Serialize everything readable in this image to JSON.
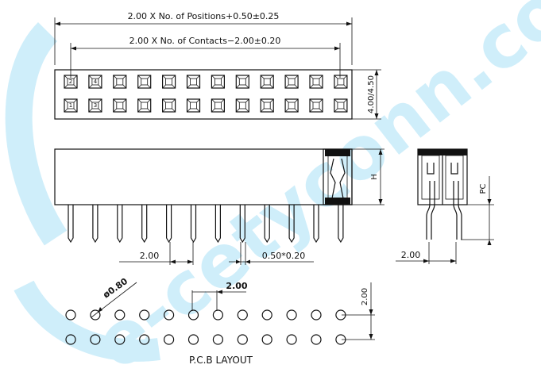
{
  "dimensions": {
    "overall_length": "2.00 X No. of Positions+0.50±0.25",
    "contact_length": "2.00 X No. of Contacts−2.00±0.20",
    "height_option": "4.00/4.50",
    "side_height": "H",
    "pc_label": "PC",
    "pitch_front": "2.00",
    "pin_size": "0.50*0.20",
    "pitch_side": "2.00",
    "hole_diameter": "ø0.80",
    "pcb_pitch_horizontal": "2.00",
    "pcb_pitch_vertical": "2.00"
  },
  "pin_numbers": {
    "top_first": "2",
    "top_second": "4",
    "bottom_first": "1",
    "bottom_second": "3"
  },
  "pcb_caption": "P.C.B LAYOUT",
  "watermark": "e-cetyconn.com",
  "colors": {
    "ink": "#111111",
    "watermark": "#cfeefa"
  }
}
